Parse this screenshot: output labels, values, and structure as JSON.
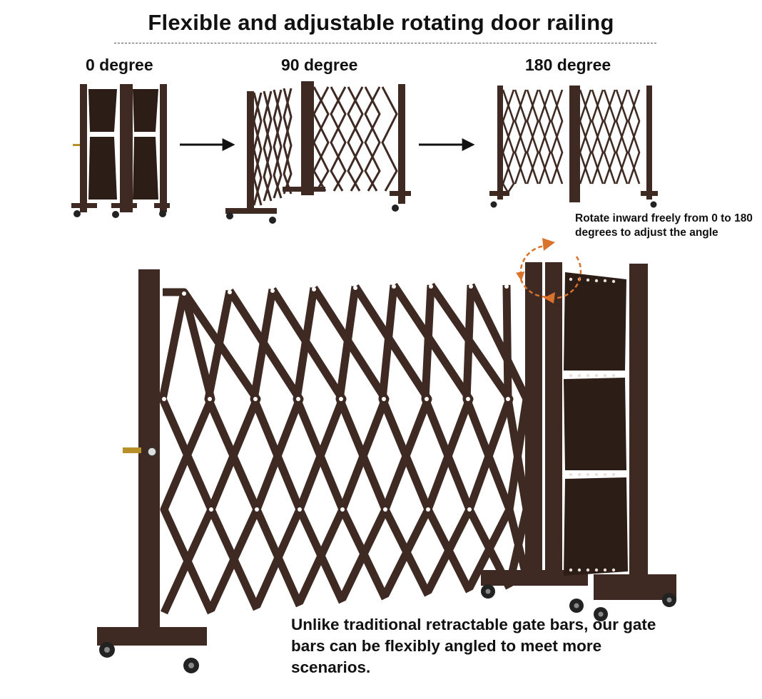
{
  "title": "Flexible and adjustable rotating door railing",
  "stages": [
    {
      "label": "0 degree"
    },
    {
      "label": "90 degree"
    },
    {
      "label": "180 degree"
    }
  ],
  "rotation_note": "Rotate inward freely from 0 to 180 degrees to adjust the angle",
  "caption": "Unlike traditional retractable gate bars, our gate bars can be flexibly angled to meet more scenarios.",
  "colors": {
    "gate": "#3e2a22",
    "gate_dark": "#2c1d17",
    "accent_arrow": "#d9722a",
    "text": "#111111"
  }
}
